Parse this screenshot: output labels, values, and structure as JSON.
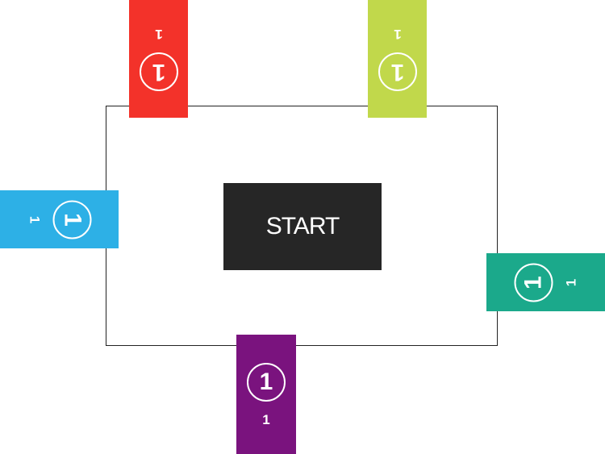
{
  "start_button": {
    "label": "START"
  },
  "players": [
    {
      "id": "bottom",
      "color": "#7a137e",
      "count": "1",
      "score": "1"
    },
    {
      "id": "top-red",
      "color": "#f3322a",
      "count": "1",
      "score": "1"
    },
    {
      "id": "top-green",
      "color": "#c1d84b",
      "count": "1",
      "score": "1"
    },
    {
      "id": "left",
      "color": "#2db0e6",
      "count": "1",
      "score": "1"
    },
    {
      "id": "right",
      "color": "#1ba98b",
      "count": "1",
      "score": "1"
    }
  ]
}
